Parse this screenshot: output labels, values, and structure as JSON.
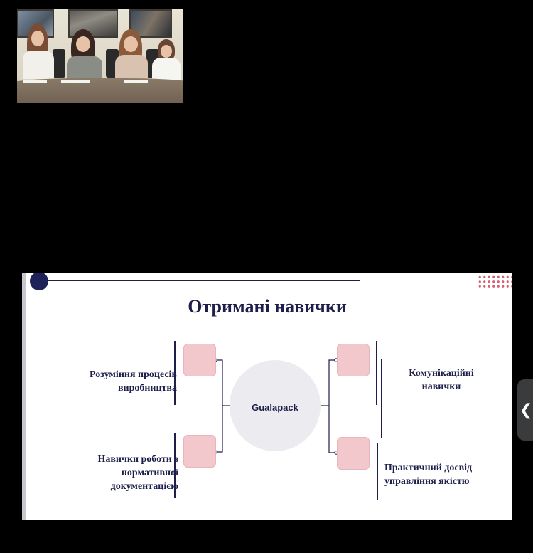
{
  "slide": {
    "title": "Отримані навички",
    "center_label": "Gualapack",
    "skills": {
      "top_left": "Розуміння процесів\nвиробництва",
      "bottom_left": "Навички роботи з\nнормативної\nдокументацією",
      "top_right": "Комунікаційні\nнавички",
      "bottom_right": "Практичний досвід\nуправління якістю"
    }
  },
  "colors": {
    "background": "#000000",
    "slide_navy": "#1d1f4a",
    "box_pink": "#f3c8cd",
    "circle_gray": "#ecebef",
    "dots_red": "#d65f72"
  },
  "icons": {
    "side_handle": "chevron-left-icon",
    "side_handle_glyph": "❮"
  }
}
